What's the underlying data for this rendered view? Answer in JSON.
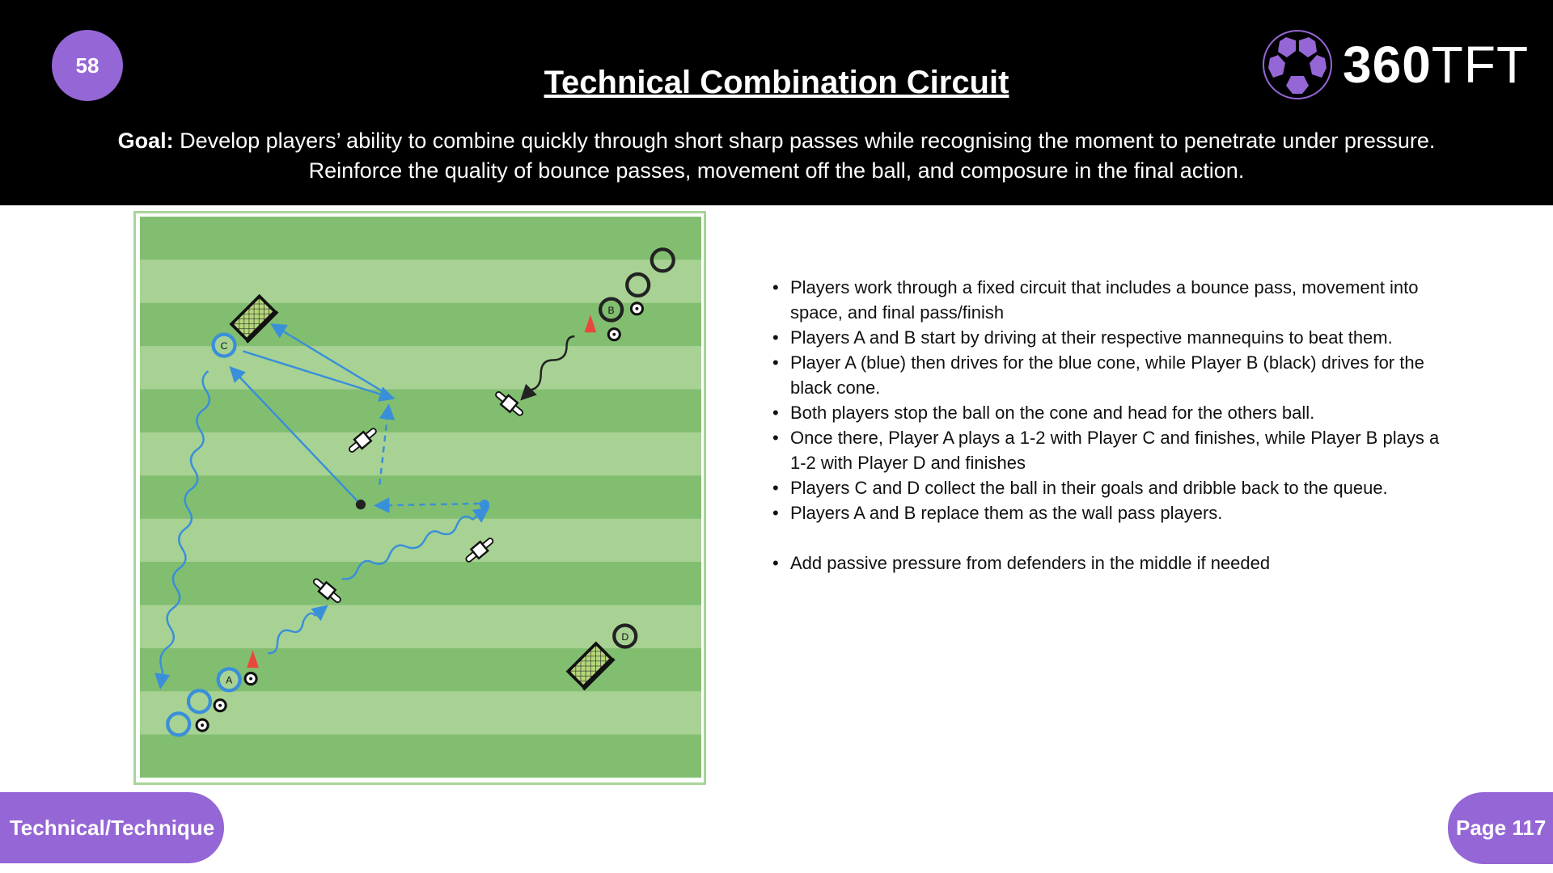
{
  "header": {
    "session_number": "58",
    "title": "Technical Combination Circuit",
    "goal_label": "Goal:",
    "goal_text": " Develop players’ ability to combine quickly through short sharp passes while recognising the moment to penetrate under pressure.",
    "goal_text_2": "Reinforce the quality of bounce passes, movement off the ball, and composure in the final action.",
    "logo": {
      "text_bold": "360",
      "text_light": "TFT",
      "icon": "soccer-ball-icon"
    }
  },
  "diagram": {
    "player_labels": [
      "A",
      "B",
      "C",
      "D"
    ],
    "colors": {
      "team_blue": "#3a8fd9",
      "team_black": "#222222",
      "cone": "#e8473c",
      "pitch_dark": "#82be70",
      "pitch_light": "#a7d293"
    }
  },
  "instructions": [
    "Players work through a fixed circuit that includes a bounce pass, movement into space, and final pass/finish",
    "Players A and B start by driving at their respective mannequins to beat them.",
    "Player A (blue) then drives for the blue cone, while Player B (black) drives for the black cone.",
    "Both players stop the ball on the cone and head for the others ball.",
    "Once there, Player A plays a 1-2 with Player C and finishes, while Player B plays a 1-2 with Player D and finishes",
    "Players C and D collect the ball in their goals and dribble back to the queue.",
    "Players A and B replace them as the wall pass players.",
    "Add passive pressure from defenders in the middle if needed"
  ],
  "footer": {
    "category": "Technical/Technique",
    "page": "Page 117"
  },
  "colors": {
    "accent": "#9566d6",
    "header_bg": "#000000"
  }
}
